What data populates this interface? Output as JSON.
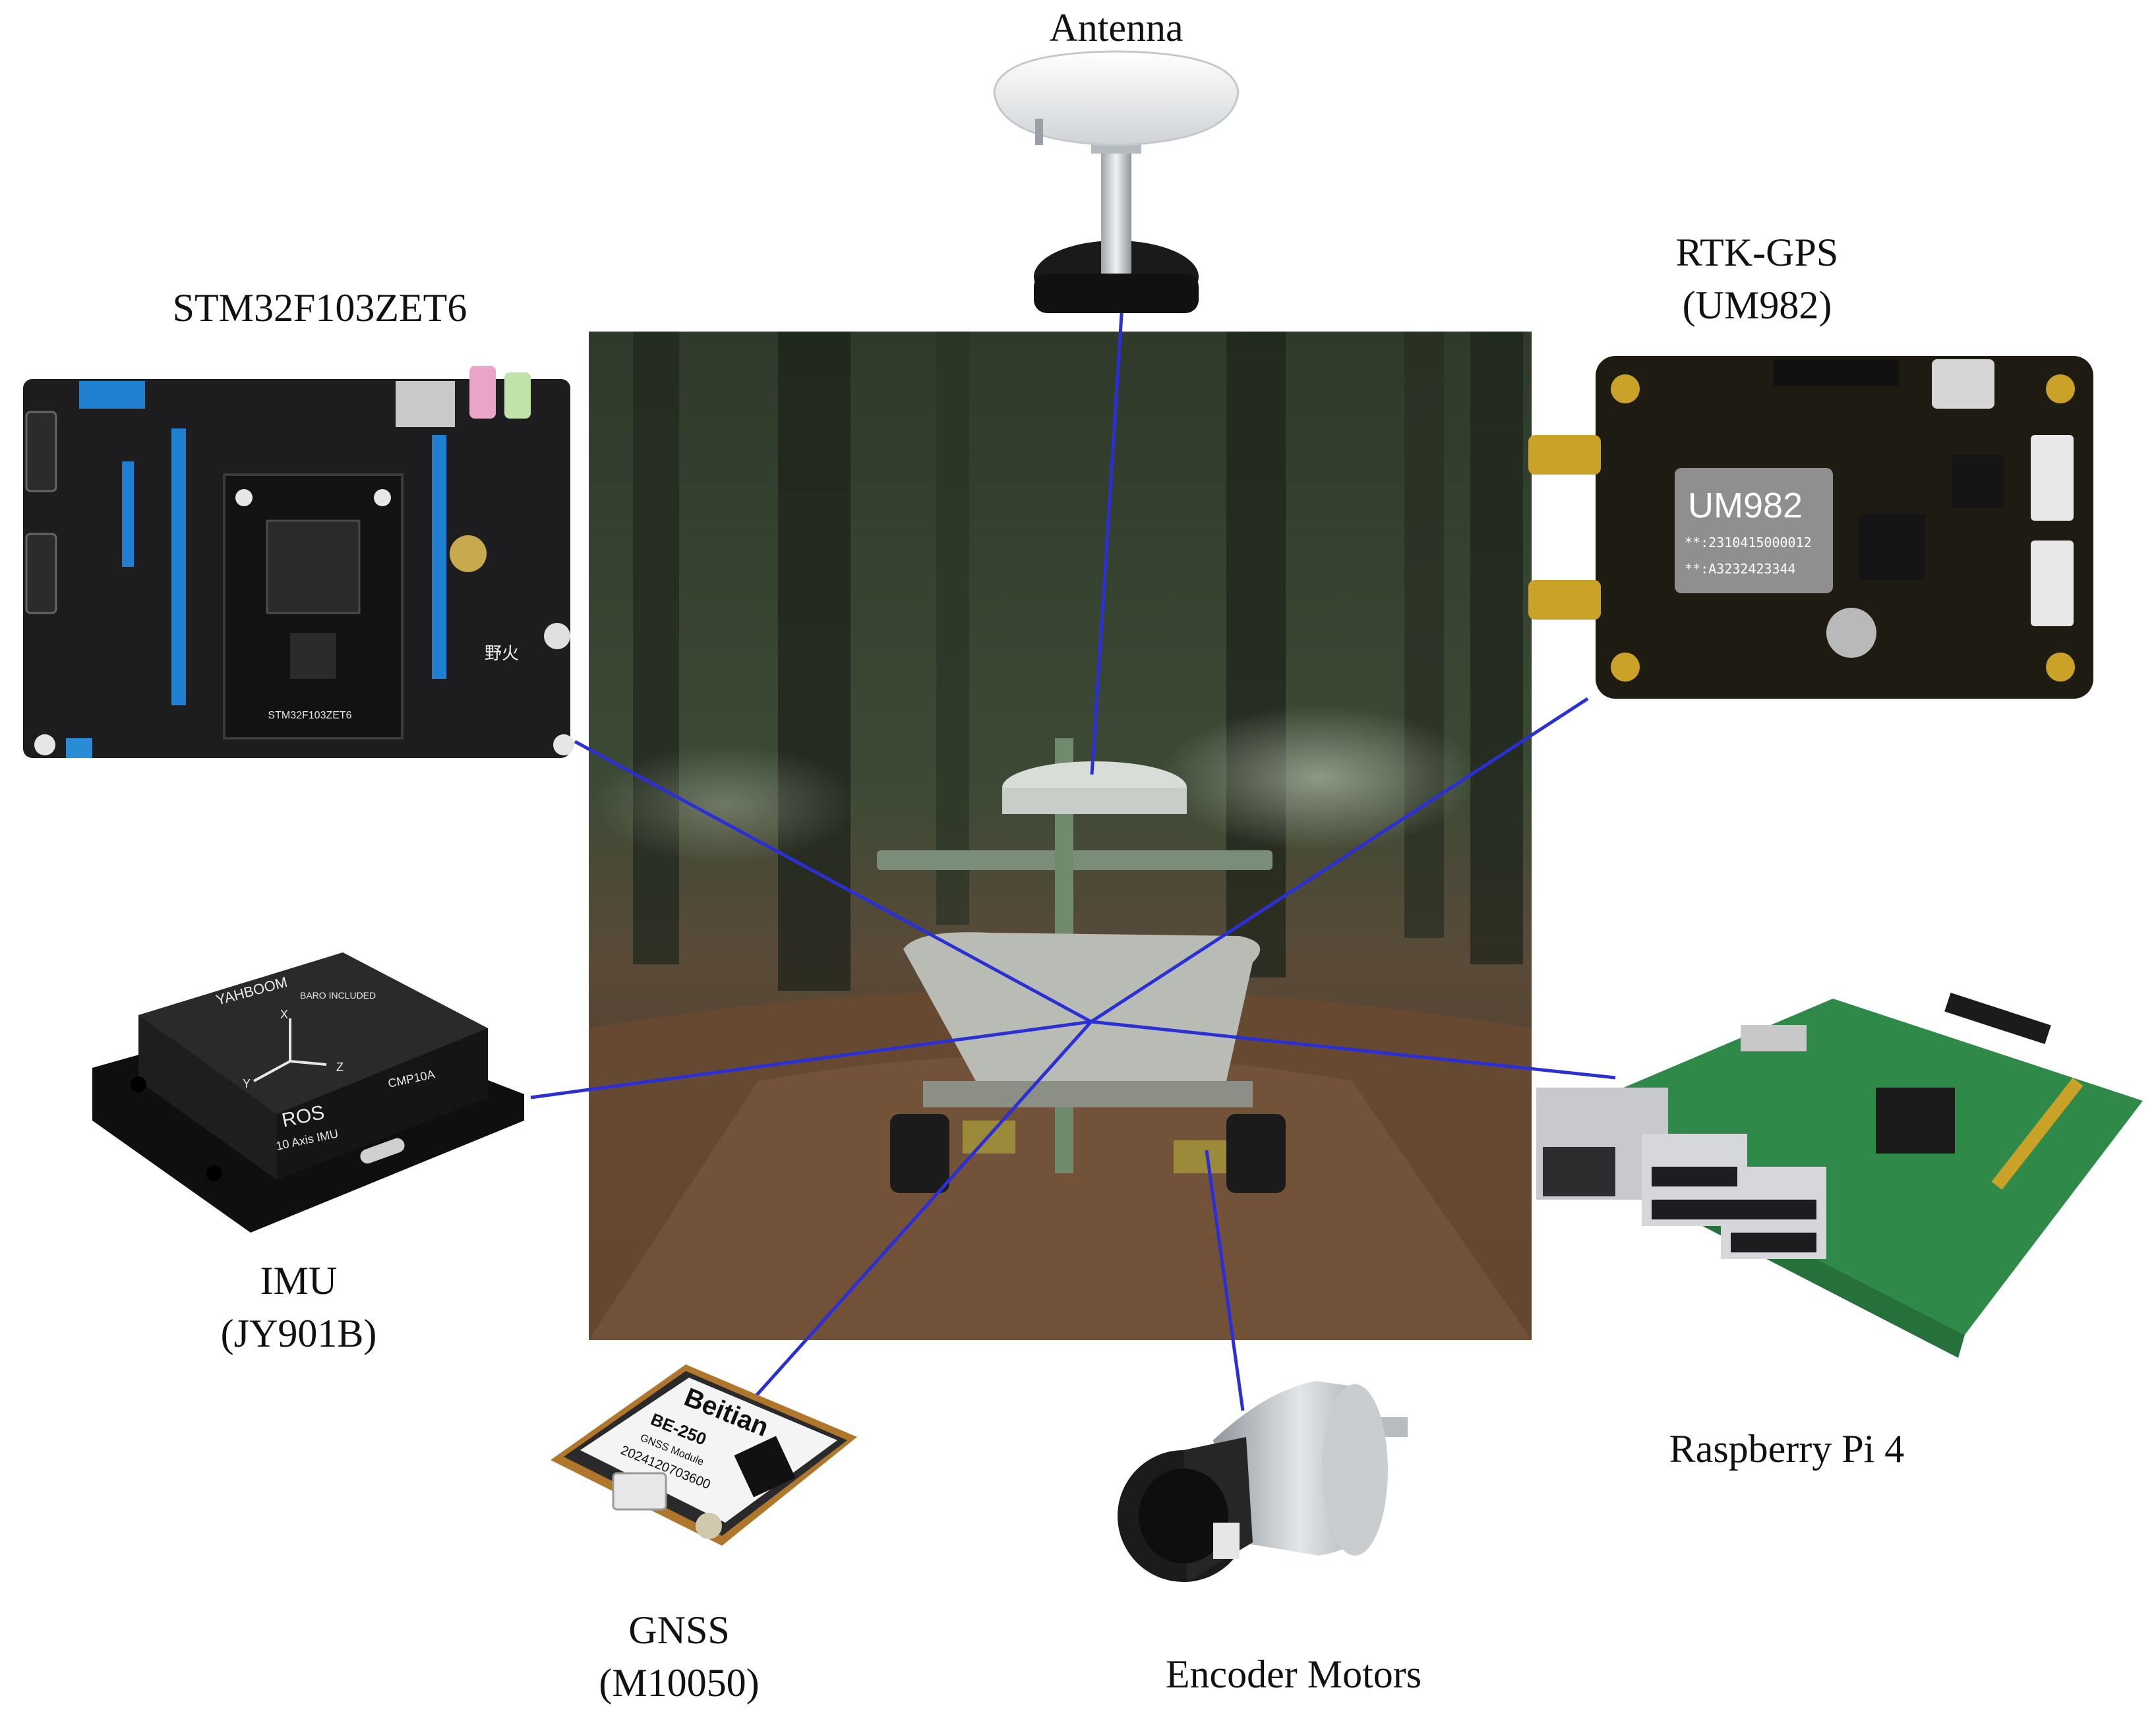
{
  "labels": {
    "antenna": "Antenna",
    "stm32": "STM32F103ZET6",
    "rtk_line1": "RTK-GPS",
    "rtk_line2": "(UM982)",
    "imu_line1": "IMU",
    "imu_line2": "(JY901B)",
    "rpi": "Raspberry Pi 4",
    "gnss_line1": "GNSS",
    "gnss_line2": "(M10050)",
    "motors": "Encoder Motors"
  },
  "board_markings": {
    "stm32_chip": "STM32F103ZET6",
    "stm32_brand": "野火",
    "um982_chip": "UM982",
    "um982_serial": "**:2310415000012",
    "um982_code": "**:A3232423344",
    "imu_brand": "YAHBOOM",
    "imu_baro": "BARO INCLUDED",
    "imu_ros": "ROS",
    "imu_desc": "10 Axis IMU",
    "imu_model": "CMP10A",
    "imu_axis_x": "X",
    "imu_axis_y": "Y",
    "imu_axis_z": "Z",
    "gnss_brand": "Beitian",
    "gnss_model": "BE-250",
    "gnss_desc": "GNSS Module",
    "gnss_serial": "2024120703600"
  },
  "colors": {
    "connector_line": "#2b2fd6",
    "pcb_black": "#1d1d1f",
    "pcb_green": "#2f8a4a",
    "header_blue": "#1f7fd0",
    "gold": "#c9a227"
  }
}
